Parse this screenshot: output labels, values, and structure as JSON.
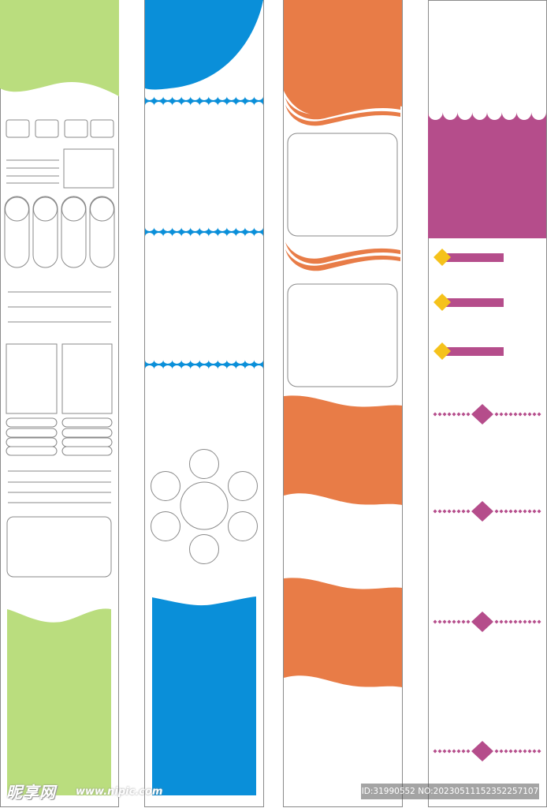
{
  "colors": {
    "green": "#badd7e",
    "blue": "#0a8fd9",
    "orange": "#e87c47",
    "magenta": "#b54d8b",
    "gold": "#f5c21b",
    "outline": "#8a8a8a"
  },
  "panels": [
    {
      "theme": "green",
      "style": "wireframe-template"
    },
    {
      "theme": "blue",
      "style": "scalloped-band-template"
    },
    {
      "theme": "orange",
      "style": "ribbon-wave-template"
    },
    {
      "theme": "magenta",
      "style": "bullet-divider-template"
    }
  ],
  "watermark": {
    "logo_text": "昵享网",
    "url_text": "www.nipic.com",
    "id_text": "ID:31990552 NO:20230511152352257107"
  }
}
